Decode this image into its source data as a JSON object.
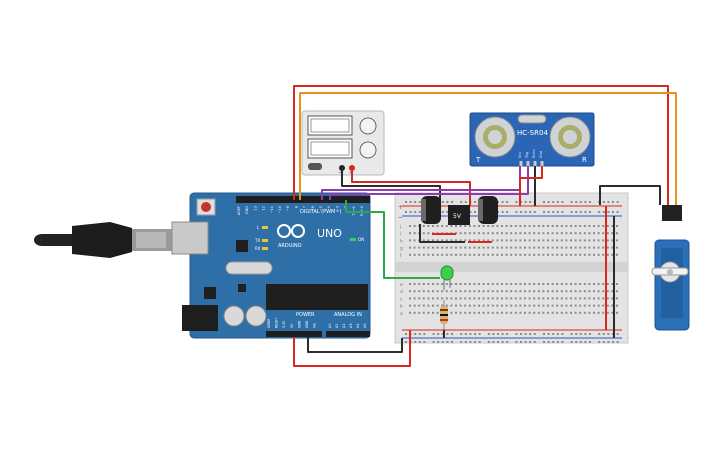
{
  "arduino": {
    "model": "UNO",
    "brand": "ARDUINO",
    "digital_label": "DIGITAL (PWM~)",
    "power_label": "POWER",
    "analog_label": "ANALOG IN",
    "on_label": "ON",
    "l_label": "L",
    "tx_label": "TX",
    "rx_label": "RX",
    "digital_pins": [
      "AREF",
      "GND",
      "13",
      "12",
      "~11",
      "~10",
      "~9",
      "8",
      "7",
      "~6",
      "~5",
      "4",
      "~3",
      "2",
      "TX→1",
      "RX←0"
    ],
    "power_pins": [
      "IOREF",
      "RESET",
      "3.3V",
      "5V",
      "GND",
      "GND",
      "Vin"
    ],
    "analog_pins": [
      "A0",
      "A1",
      "A2",
      "A3",
      "A4",
      "A5"
    ]
  },
  "regulator": {
    "label": "5V"
  },
  "sensor": {
    "model": "HC-SR04",
    "left_mark": "T",
    "right_mark": "R",
    "pins": [
      "Vcc",
      "Trig",
      "Echo",
      "Gnd"
    ]
  },
  "supply": {
    "minus": "−",
    "plus": "+"
  },
  "breadboard": {
    "rows_top": [
      "j",
      "i",
      "h",
      "g",
      "f"
    ],
    "rows_bottom": [
      "e",
      "d",
      "c",
      "b",
      "a"
    ],
    "plus": "+",
    "minus": "−"
  },
  "colors": {
    "board": "#2f6fa8",
    "wire_red": "#d7281e",
    "wire_orange": "#e8921c",
    "wire_black": "#2b2b2b",
    "wire_purple": "#8e3cb0",
    "wire_green": "#2fa84a",
    "sensor": "#2a66b5",
    "servo": "#2a6fb8"
  }
}
